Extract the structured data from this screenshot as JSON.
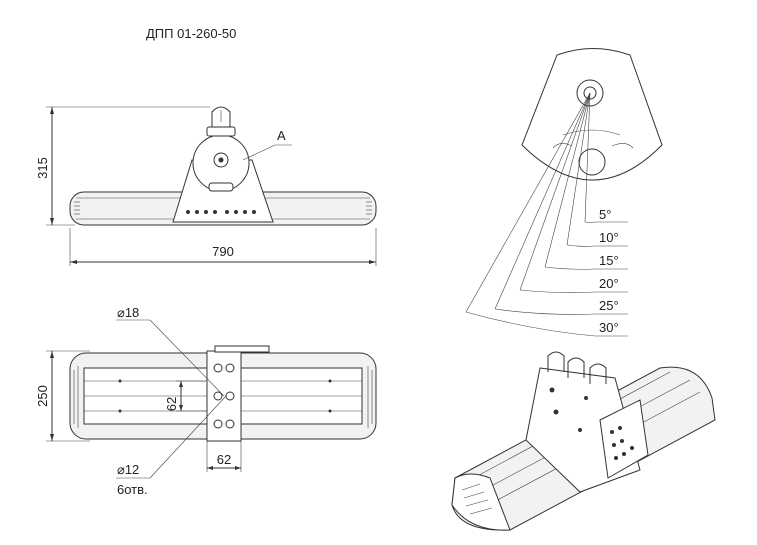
{
  "title": "ДПП 01-260-50",
  "front_view": {
    "height_dim": "315",
    "width_dim": "790",
    "detail_label": "А"
  },
  "top_view": {
    "height_dim": "250",
    "hole_large": "⌀18",
    "hole_small": "⌀12",
    "hole_count": "6отв.",
    "spacing_v": "62",
    "spacing_h": "62"
  },
  "tilt_angles": [
    "5°",
    "10°",
    "15°",
    "20°",
    "25°",
    "30°"
  ]
}
